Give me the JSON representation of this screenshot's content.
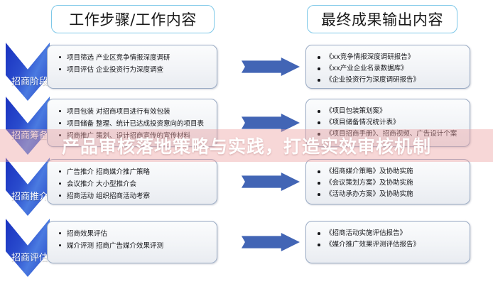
{
  "headers": {
    "left": "工作步骤/工作内容",
    "right": "最终成果输出内容"
  },
  "stages": [
    {
      "label": "招商阶段"
    },
    {
      "label": "招商筹备"
    },
    {
      "label": "招商推介"
    },
    {
      "label": "招商评估"
    }
  ],
  "rows": [
    {
      "work": [
        "项目筛选 产业区竞争情报深度调研",
        "项目评估 企业投资行为深度调查"
      ],
      "output": [
        "《xx竞争情报深度调研报告》",
        "《xx产业企业名录数据库》",
        "《企业投资行为深度调研报告》"
      ]
    },
    {
      "work": [
        "项目包装 对招商项目进行有效包装",
        "项目储备 整理、统计已达成投资意向的项目表",
        "招商推广 策划、设计招商宣传的宣传材料"
      ],
      "output": [
        "《项目包装策划案》",
        "《项目储备情况统计表》",
        "《项目招商手册》、招商视频、广告设计个案"
      ]
    },
    {
      "work": [
        "广告推介 招商媒介推广策略",
        "会议推介 大小型推介会",
        "招商活动 组织招商活动考察"
      ],
      "output": [
        "《招商媒介策略》及协助实施",
        "《会议策划方案》及协助实施",
        "《活动承办方案》及协助实施"
      ]
    },
    {
      "work": [
        "招商效果评估",
        "媒介评测 招商广告媒介效果评测"
      ],
      "output": [
        "《招商活动实施评估报告》",
        "《媒介推广效果评测评估报告》"
      ]
    }
  ],
  "watermark": {
    "text": "产品审核落地策略与实践，打造实效审核机制"
  },
  "colors": {
    "chevron_blue": "#2a4ccd",
    "arrow_blue": "#4265b5",
    "header_border": "#7ec8e8",
    "box_border": "#9aabc4",
    "watermark_band": "rgba(236,160,160,0.42)"
  }
}
